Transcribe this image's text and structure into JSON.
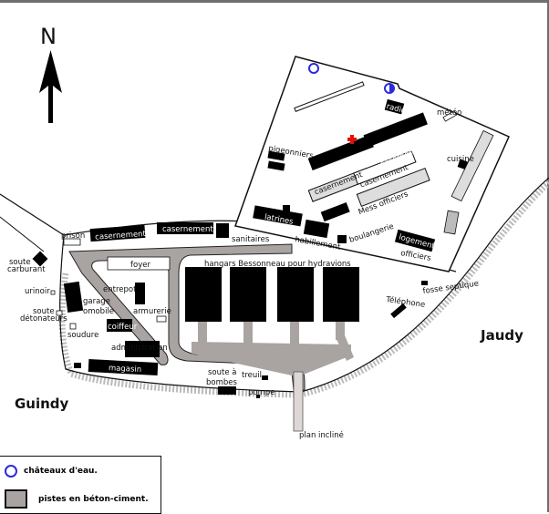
{
  "compass": {
    "letter": "N"
  },
  "places": {
    "guindy": "Guindy",
    "jaudy": "Jaudy"
  },
  "colors": {
    "runway": "#a9a4a2",
    "water_tower": "#2a2ae0",
    "building": "#000000",
    "cross": "#e01010"
  },
  "labels": {
    "radio": "radio",
    "meteo": "météo",
    "pigeonniers": "pigeonniers",
    "casernement_a": "casernement",
    "casernement_b": "casernement",
    "casernement_c": "casernement",
    "cuisine": "cuisine",
    "latrines_a": "latrines",
    "latrines_b": "latrines",
    "mess": "Mess officiers",
    "boulangerie": "boulangerie",
    "habillement": "habillement",
    "logements": "logements",
    "officiers": "officiers",
    "prison": "prison",
    "casernement_d": "casernement",
    "casernement_e": "casernement",
    "sanitaires": "sanitaires",
    "foyer": "foyer",
    "hangars": "hangars  Bessonneau pour hydravions",
    "entrepot": "entrepot",
    "armurerie": "armurerie",
    "garage1": "garage",
    "garage2": "omobile",
    "soute_carb1": "soute",
    "soute_carb2": "carburant",
    "urinoir": "urinoir",
    "soute_det1": "soute",
    "soute_det2": "détonateurs",
    "soudure": "soudure",
    "coiffeur": "coiffeur",
    "administration": "administration",
    "magasin": "magasin",
    "soute_bombes1": "soute à",
    "soute_bombes2": "bombes",
    "treuil": "treuil",
    "pompe": "pompe",
    "plan_incline": "plan incliné",
    "telephone": "Téléphone",
    "fosse": "fosse septique"
  },
  "legend": {
    "items": [
      {
        "icon": "water-tower-icon",
        "label": "châteaux d'eau."
      },
      {
        "icon": "runway-swatch",
        "label": "pistes en béton-ciment."
      }
    ]
  }
}
